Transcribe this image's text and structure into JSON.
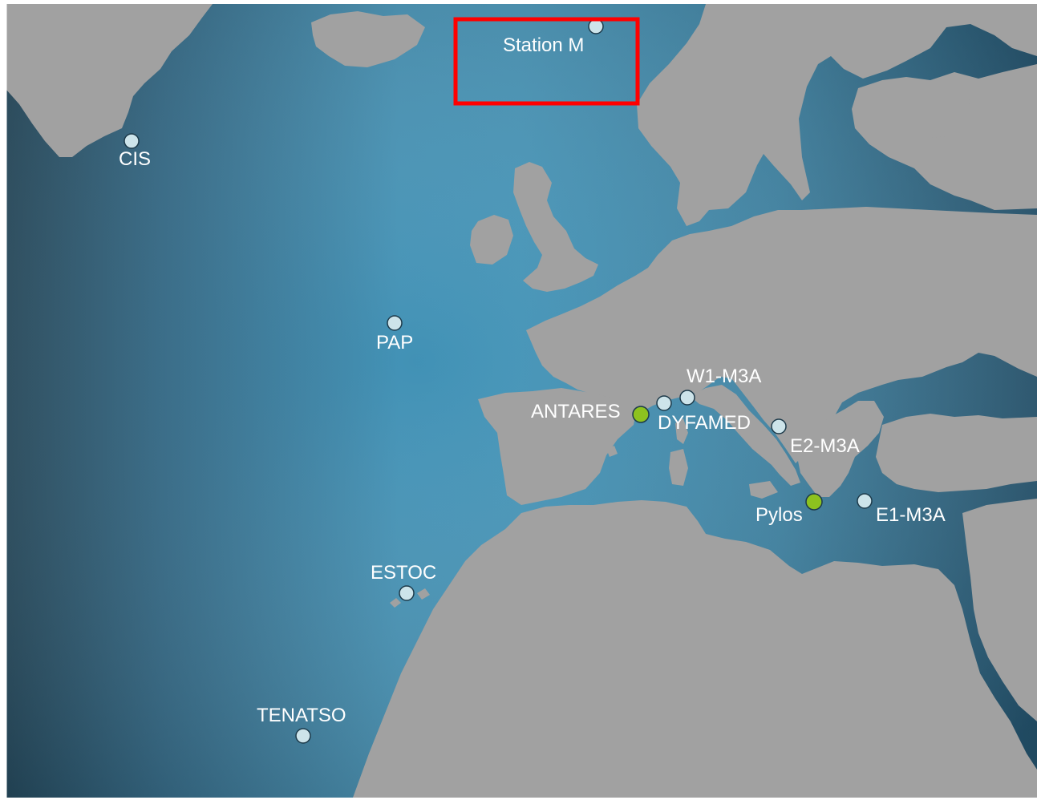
{
  "colors": {
    "ocean_deep": "#1f4356",
    "ocean_light": "#4293b7",
    "land": "#a1a1a1",
    "station_marker": "#cde4ea",
    "station_highlight": "#8dc21f",
    "label_text": "#ffffff",
    "highlight_box": "#ff0000"
  },
  "stations": {
    "station_m": {
      "label": "Station M",
      "marker": "white"
    },
    "cis": {
      "label": "CIS",
      "marker": "white"
    },
    "pap": {
      "label": "PAP",
      "marker": "white"
    },
    "w1_m3a": {
      "label": "W1-M3A",
      "marker": "white"
    },
    "antares": {
      "label": "ANTARES",
      "marker": "green"
    },
    "dyfamed": {
      "label": "DYFAMED",
      "marker": "white"
    },
    "e2_m3a": {
      "label": "E2-M3A",
      "marker": "white"
    },
    "pylos": {
      "label": "Pylos",
      "marker": "green"
    },
    "e1_m3a": {
      "label": "E1-M3A",
      "marker": "white"
    },
    "estoc": {
      "label": "ESTOC",
      "marker": "white"
    },
    "tenatso": {
      "label": "TENATSO",
      "marker": "white"
    }
  },
  "highlight": {
    "target": "Station M"
  }
}
